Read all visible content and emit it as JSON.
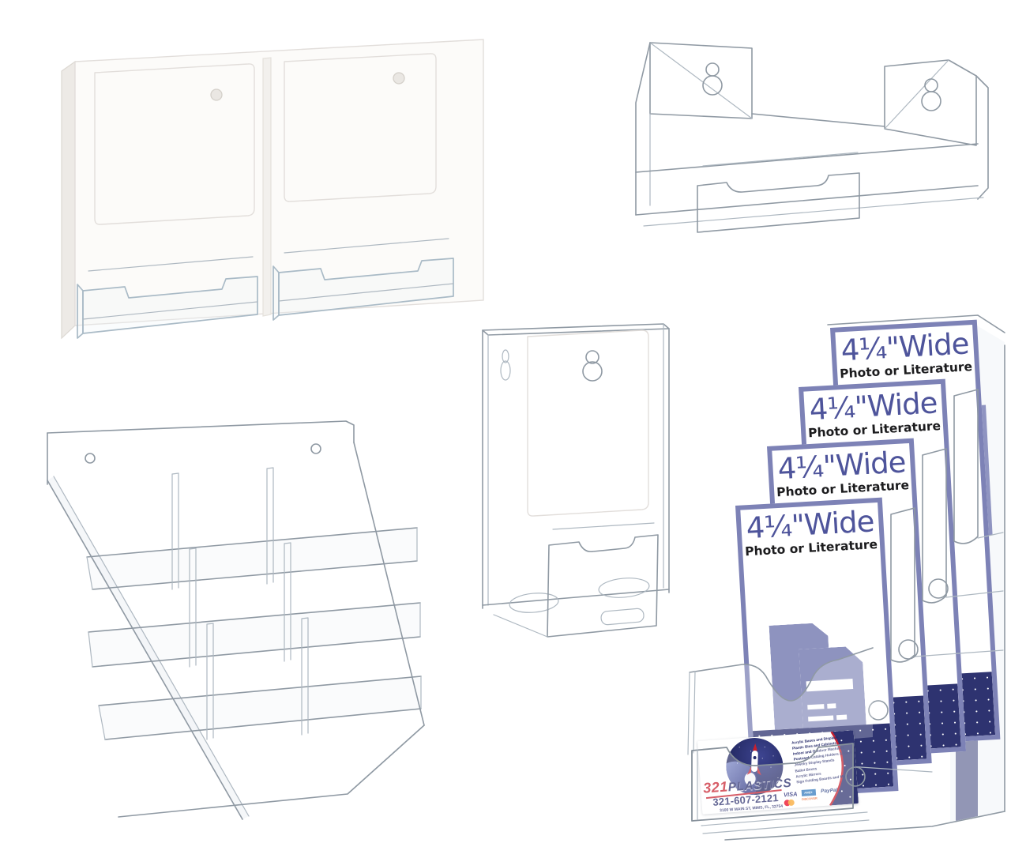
{
  "canvas": {
    "background": "#ffffff"
  },
  "four_tier_display": {
    "inserts": [
      {
        "title": "4¼\"Wide",
        "subtitle": "Photo or Literature"
      },
      {
        "title": "4¼\"Wide",
        "subtitle": "Photo or Literature"
      },
      {
        "title": "4¼\"Wide",
        "subtitle": "Photo or Literature"
      },
      {
        "title": "4¼\"Wide",
        "subtitle": "Photo or Literature"
      }
    ],
    "colors": {
      "insert_text": "#4e549b",
      "insert_border": "#7d82b6",
      "starfield_navy": "#2e3370",
      "document_graphic": "#8e93bf"
    }
  },
  "business_card": {
    "brand_number": "321",
    "brand_name": "PLASTICS",
    "phone": "321-607-2121",
    "address": "3100 W MAIN ST, MIMS, FL, 32754",
    "services": [
      "Acrylic Bases and Displays",
      "Plastic Bins and Cabinets",
      "Indoor and Outdoor Machines",
      "Postcard, Catalog Holders & Racks",
      "Jewelry Display Stands",
      "Ballot Boxes",
      "Acrylic Mirrors",
      "Sign Folding Boards and More"
    ],
    "payments": {
      "visa": "VISA",
      "mastercard": "MasterCard",
      "amex": "AMEX",
      "discover": "DISCOVER",
      "paypal": "PayPal"
    },
    "colors": {
      "red": "#c8202f",
      "navy": "#272c6b"
    }
  }
}
